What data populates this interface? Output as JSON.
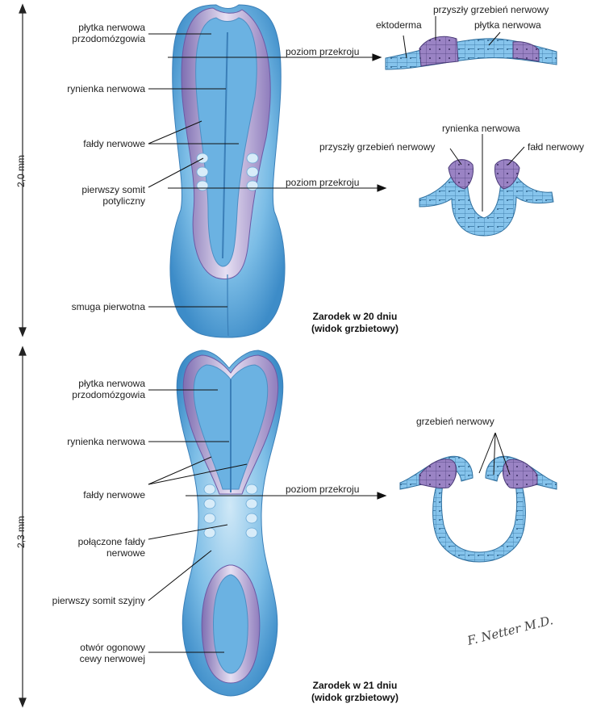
{
  "top": {
    "scale": "2,0 mm",
    "labels": {
      "plate": [
        "płytka nerwowa",
        "przodomózgowia"
      ],
      "groove": "rynienka nerwowa",
      "folds": "fałdy nerwowe",
      "somite": [
        "pierwszy somit",
        "potyliczny"
      ],
      "streak": "smuga pierwotna"
    },
    "section_labels": {
      "ectoderm": "ektoderma",
      "future_crest_a": "przyszły grzebień nerwowy",
      "plate": "płytka nerwowa",
      "level_a": "poziom przekroju",
      "groove": "rynienka nerwowa",
      "future_crest_b": "przyszły grzebień nerwowy",
      "fold": "fałd nerwowy",
      "level_b": "poziom przekroju"
    },
    "caption": [
      "Zarodek w 20 dniu",
      "(widok grzbietowy)"
    ]
  },
  "bottom": {
    "scale": "2,3 mm",
    "labels": {
      "plate": [
        "płytka nerwowa",
        "przodomózgowia"
      ],
      "groove": "rynienka nerwowa",
      "folds": "fałdy nerwowe",
      "fused": [
        "połączone fałdy",
        "nerwowe"
      ],
      "somite": "pierwszy somit szyjny",
      "neuropore": [
        "otwór ogonowy",
        "cewy nerwowej"
      ]
    },
    "section_labels": {
      "level": "poziom przekroju",
      "crest": "grzebień nerwowy"
    },
    "caption": [
      "Zarodek w 21 dniu",
      "(widok grzbietowy)"
    ]
  },
  "signature": "F. Netter M.D.",
  "colors": {
    "embryo_blue": "#5fa8d8",
    "embryo_light": "#bfe0f4",
    "neural_fold": "#b8a6d6",
    "crest_purple": "#8b72b8",
    "cell_blue": "#7fc0ea"
  }
}
